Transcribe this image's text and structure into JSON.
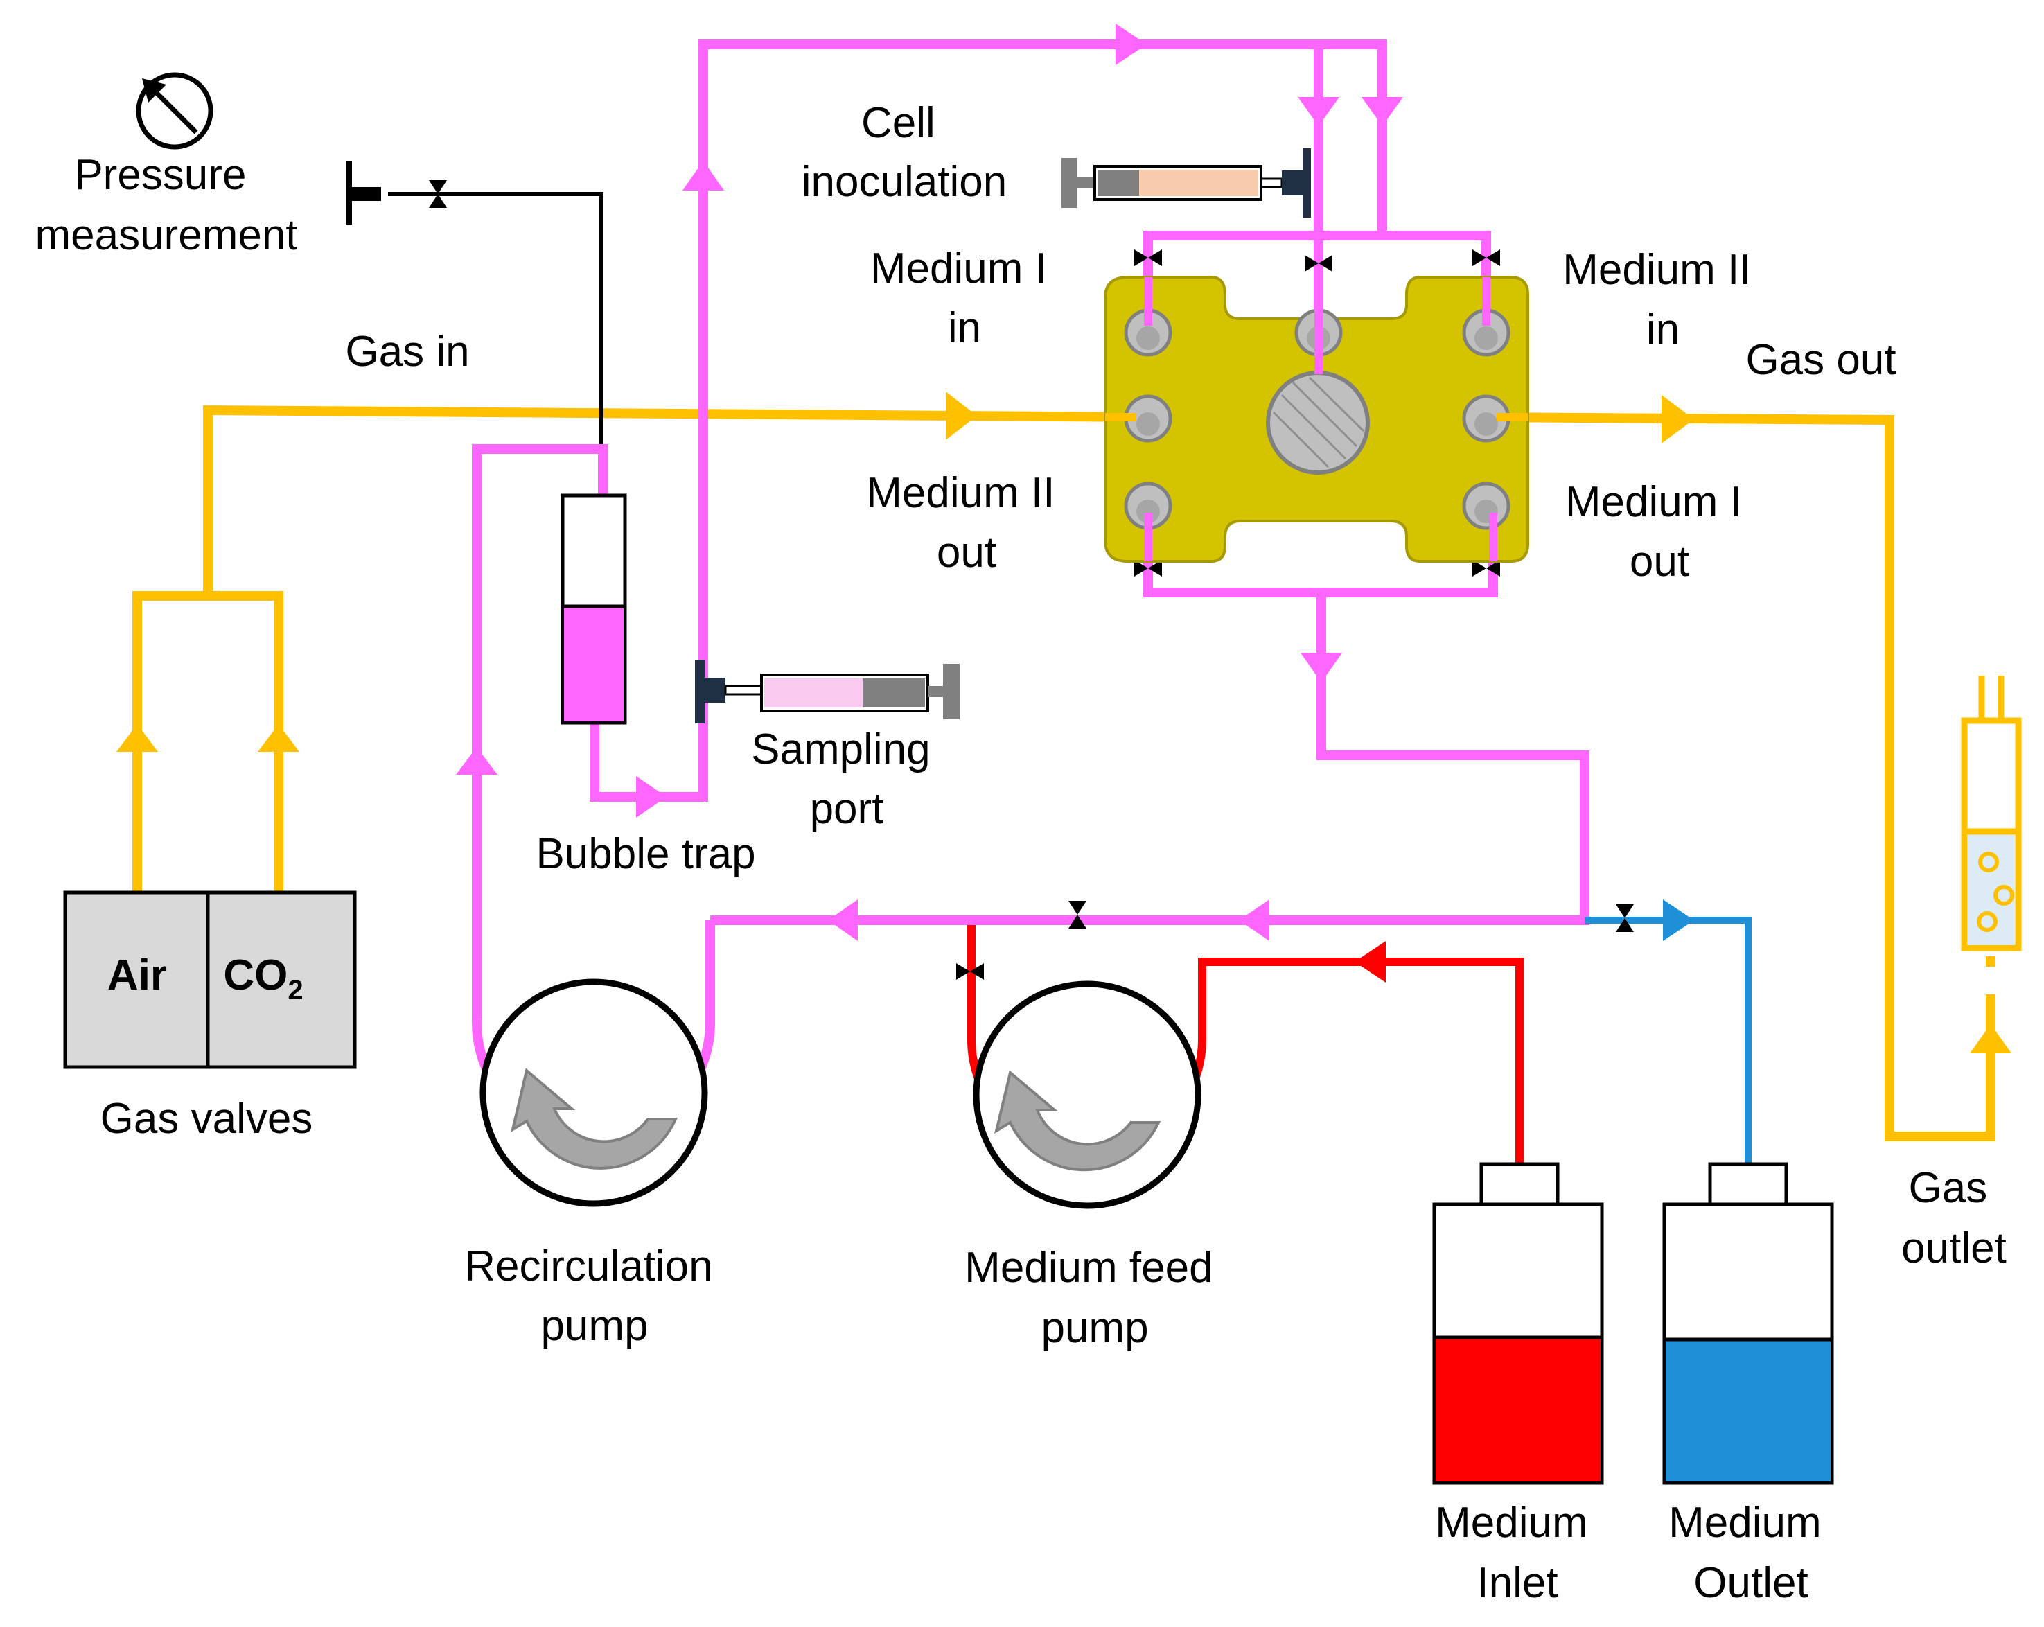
{
  "labels": {
    "pressure_measurement": [
      "Pressure",
      "measurement"
    ],
    "gas_in": "Gas in",
    "cell_inoculation": [
      "Cell",
      "inoculation"
    ],
    "medium_1_in": [
      "Medium I",
      "in"
    ],
    "medium_2_in": [
      "Medium II",
      "in"
    ],
    "gas_out": "Gas out",
    "medium_2_out": [
      "Medium II",
      "out"
    ],
    "medium_1_out": [
      "Medium I",
      "out"
    ],
    "sampling_port": [
      "Sampling",
      "port"
    ],
    "bubble_trap": "Bubble trap",
    "air": "Air",
    "co2_main": "CO",
    "co2_sub": "2",
    "gas_valves": "Gas valves",
    "recirculation_pump": [
      "Recirculation",
      "pump"
    ],
    "medium_feed_pump": [
      "Medium feed",
      "pump"
    ],
    "medium_inlet": [
      "Medium",
      "Inlet"
    ],
    "medium_outlet": [
      "Medium",
      "Outlet"
    ],
    "gas_outlet": [
      "Gas",
      "outlet"
    ]
  },
  "colors": {
    "gas_line": "#FFC000",
    "recirculation_line": "#FF66FF",
    "feed_line": "#FF0000",
    "outlet_line": "#1F8FD8",
    "pressure_line": "#000000",
    "chamber": "#D4C400",
    "chamber_edge": "#A69A00",
    "gas_valve_box": "#D9D9D9",
    "inlet_medium": "#FF0000",
    "outlet_medium": "#1F8FD8",
    "bubble_trap_fill": "#FF66FF",
    "rotation_arrow": "#A6A6A6",
    "syringe_grey": "#808080",
    "syringe_dark": "#1F3044",
    "inoculum": "#F8CBAD",
    "sample": "#F9C9F0"
  },
  "icons": [
    "pressure-gauge-icon",
    "rotation-arrow-icon",
    "pinch-valve-icon",
    "flow-arrow-icon",
    "syringe-icon",
    "bubble-icon"
  ]
}
